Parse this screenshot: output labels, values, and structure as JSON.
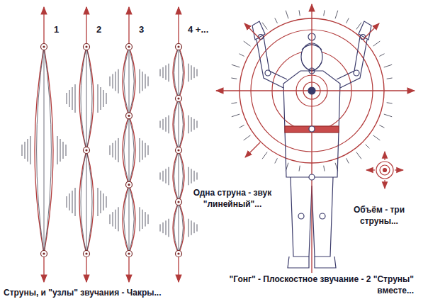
{
  "diagram": {
    "labels": [
      "1",
      "2",
      "3",
      "4 +...",
      "Струны, и \"узлы\" звучания - Чакры...",
      "Одна струна - звук \"линейный\"...",
      "Объём - три струны...",
      "\"Гонг\" - Плоскостное звучание - 2 \"Струны\" вместе..."
    ]
  }
}
